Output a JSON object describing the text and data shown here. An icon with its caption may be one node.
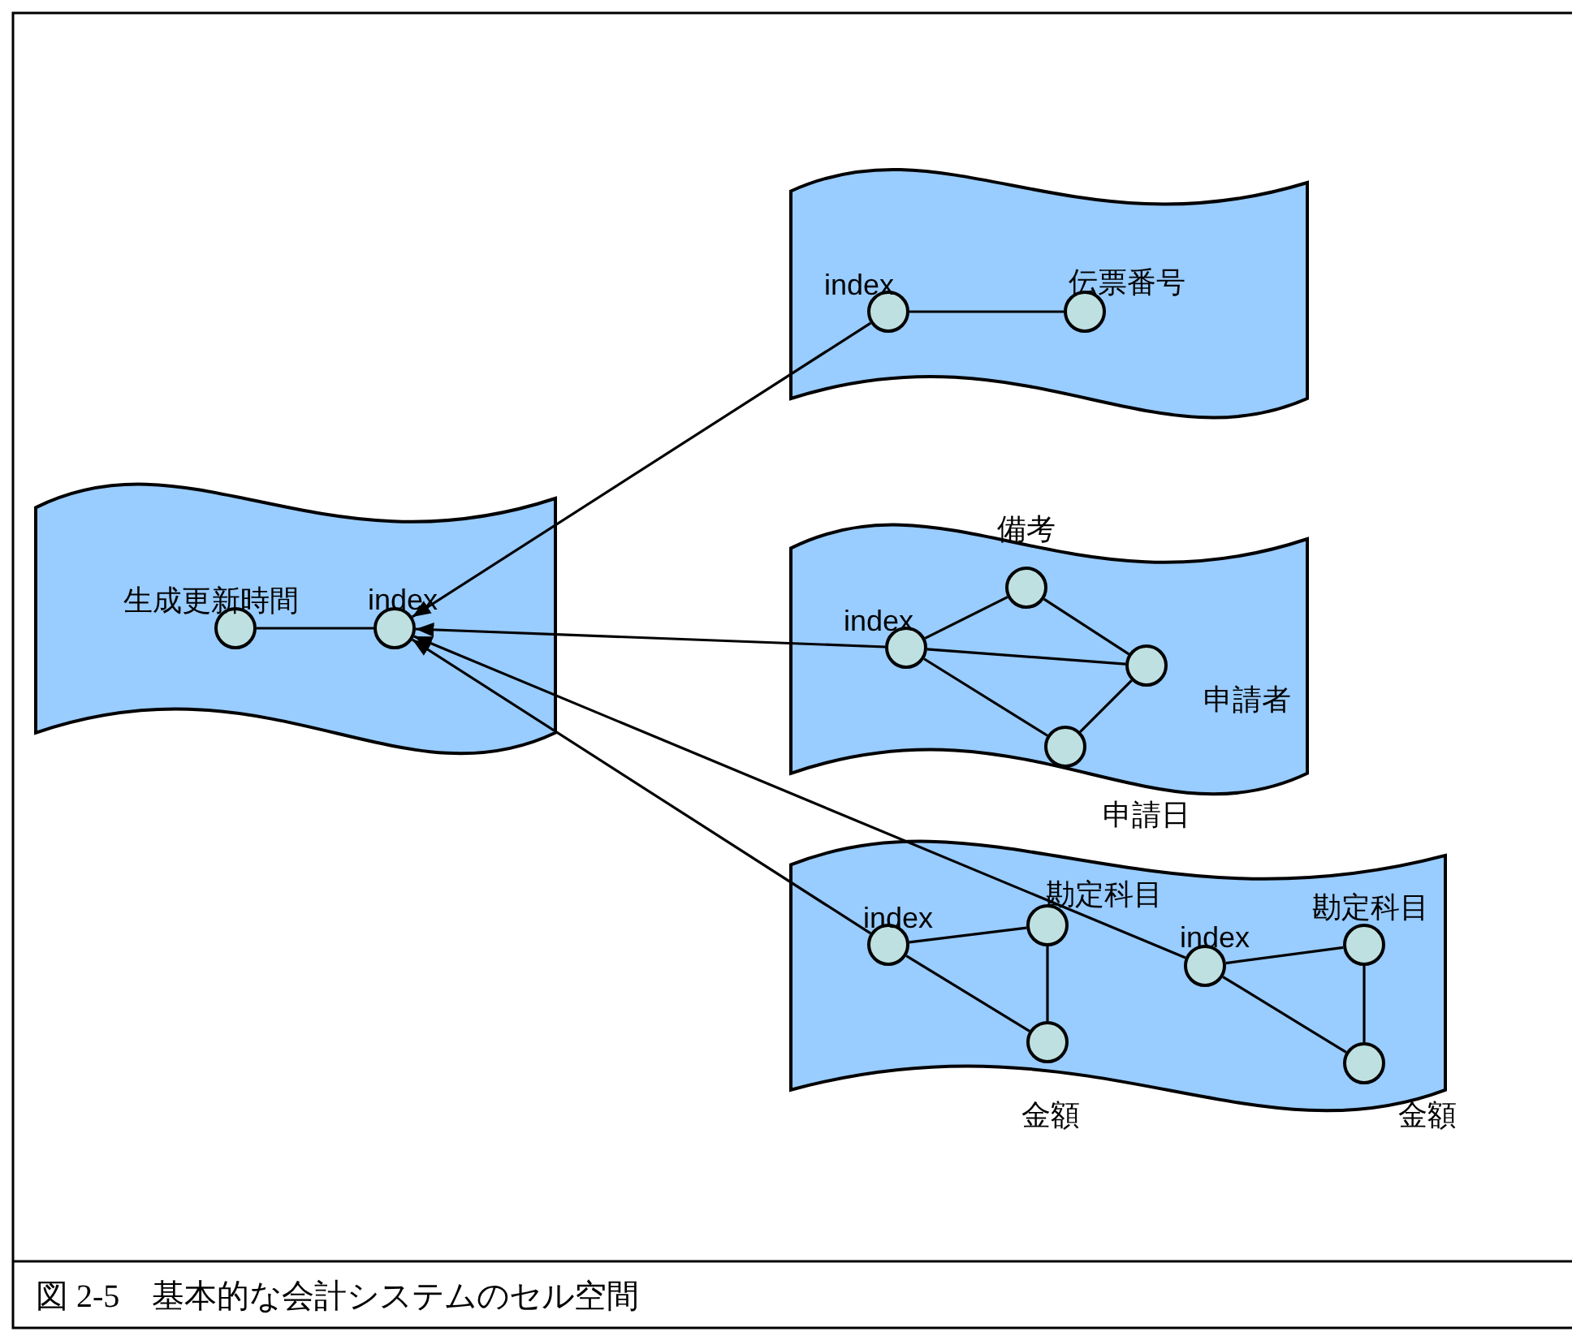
{
  "diagram": {
    "caption": "図 2-5　基本的な会計システムのセル空間",
    "nodes": [
      {
        "text": [],
        "shape": "band"
      },
      {
        "text": [
          "生成更新時間"
        ],
        "in": 0
      },
      {
        "text": [
          "index"
        ],
        "in": 0
      },
      {
        "text": [],
        "shape": "band"
      },
      {
        "text": [
          "index"
        ],
        "in": 3
      },
      {
        "text": [
          "伝票番号"
        ],
        "in": 3
      },
      {
        "text": [],
        "shape": "band"
      },
      {
        "text": [
          "備考"
        ],
        "in": 6
      },
      {
        "text": [
          "index"
        ],
        "in": 6
      },
      {
        "text": [
          "申請者"
        ],
        "in": 6
      },
      {
        "text": [
          "申請日"
        ],
        "in": 6
      },
      {
        "text": [],
        "shape": "band"
      },
      {
        "text": [
          "index"
        ],
        "in": 11
      },
      {
        "text": [
          "勘定科目"
        ],
        "in": 11
      },
      {
        "text": [
          "金額"
        ],
        "in": 11
      },
      {
        "text": [
          "index"
        ],
        "in": 11
      },
      {
        "text": [
          "勘定科目"
        ],
        "in": 11
      },
      {
        "text": [
          "金額"
        ],
        "in": 11
      }
    ],
    "edges": [
      {
        "from": 1,
        "to": 2,
        "arrow": "none"
      },
      {
        "from": 4,
        "to": 5,
        "arrow": "none"
      },
      {
        "from": 4,
        "to": 2,
        "arrow": "to"
      },
      {
        "from": 8,
        "to": 7,
        "arrow": "none"
      },
      {
        "from": 8,
        "to": 9,
        "arrow": "none"
      },
      {
        "from": 8,
        "to": 10,
        "arrow": "none"
      },
      {
        "from": 7,
        "to": 9,
        "arrow": "none"
      },
      {
        "from": 10,
        "to": 9,
        "arrow": "none"
      },
      {
        "from": 8,
        "to": 2,
        "arrow": "to"
      },
      {
        "from": 12,
        "to": 13,
        "arrow": "none"
      },
      {
        "from": 12,
        "to": 14,
        "arrow": "none"
      },
      {
        "from": 13,
        "to": 14,
        "arrow": "none"
      },
      {
        "from": 15,
        "to": 16,
        "arrow": "none"
      },
      {
        "from": 15,
        "to": 17,
        "arrow": "none"
      },
      {
        "from": 16,
        "to": 17,
        "arrow": "none"
      },
      {
        "from": 12,
        "to": 2,
        "arrow": "to"
      },
      {
        "from": 15,
        "to": 2,
        "arrow": "to"
      }
    ]
  }
}
